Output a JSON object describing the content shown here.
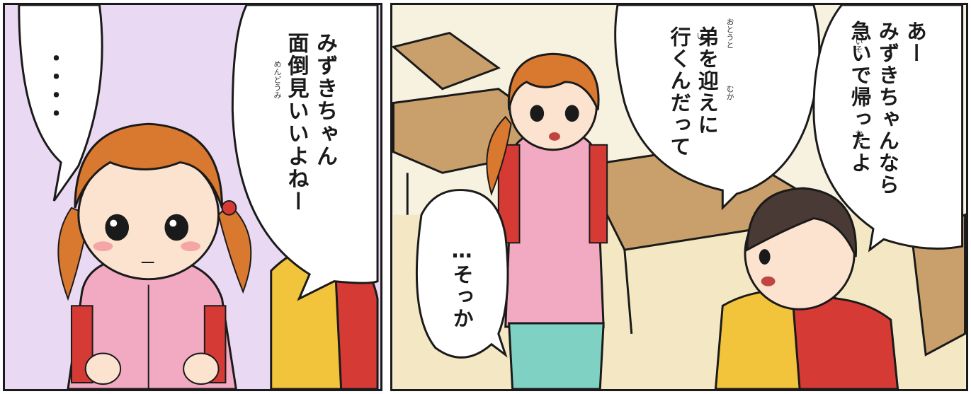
{
  "panels": {
    "left": {
      "bubble_dots": "・・・・",
      "bubble_speech": "みずきちゃん\n面倒見いいよねー",
      "ruby_mendoumi": "めんどうみ"
    },
    "right": {
      "bubble_otouto": "弟を迎えに\n行くんだって",
      "ruby_otouto": "おとうと",
      "ruby_mukae": "むか",
      "ruby_iku": "い",
      "bubble_aa": "あー\nみずきちゃんなら\n急いで帰ったよ",
      "ruby_isoi": "いそ",
      "ruby_kae": "かえ",
      "bubble_sokka": "…そっか"
    }
  },
  "colors": {
    "panel_border": "#1a1a1a",
    "left_background": "#e9d9f2",
    "right_background": "#f7f1e0",
    "hoodie_pink": "#f2a9c2",
    "hair_orange": "#d9782f",
    "backpack_red": "#d63a35",
    "shorts_teal": "#7fd1c3",
    "desk_wood": "#c9a06b",
    "yellow_shirt": "#f2c43c"
  }
}
